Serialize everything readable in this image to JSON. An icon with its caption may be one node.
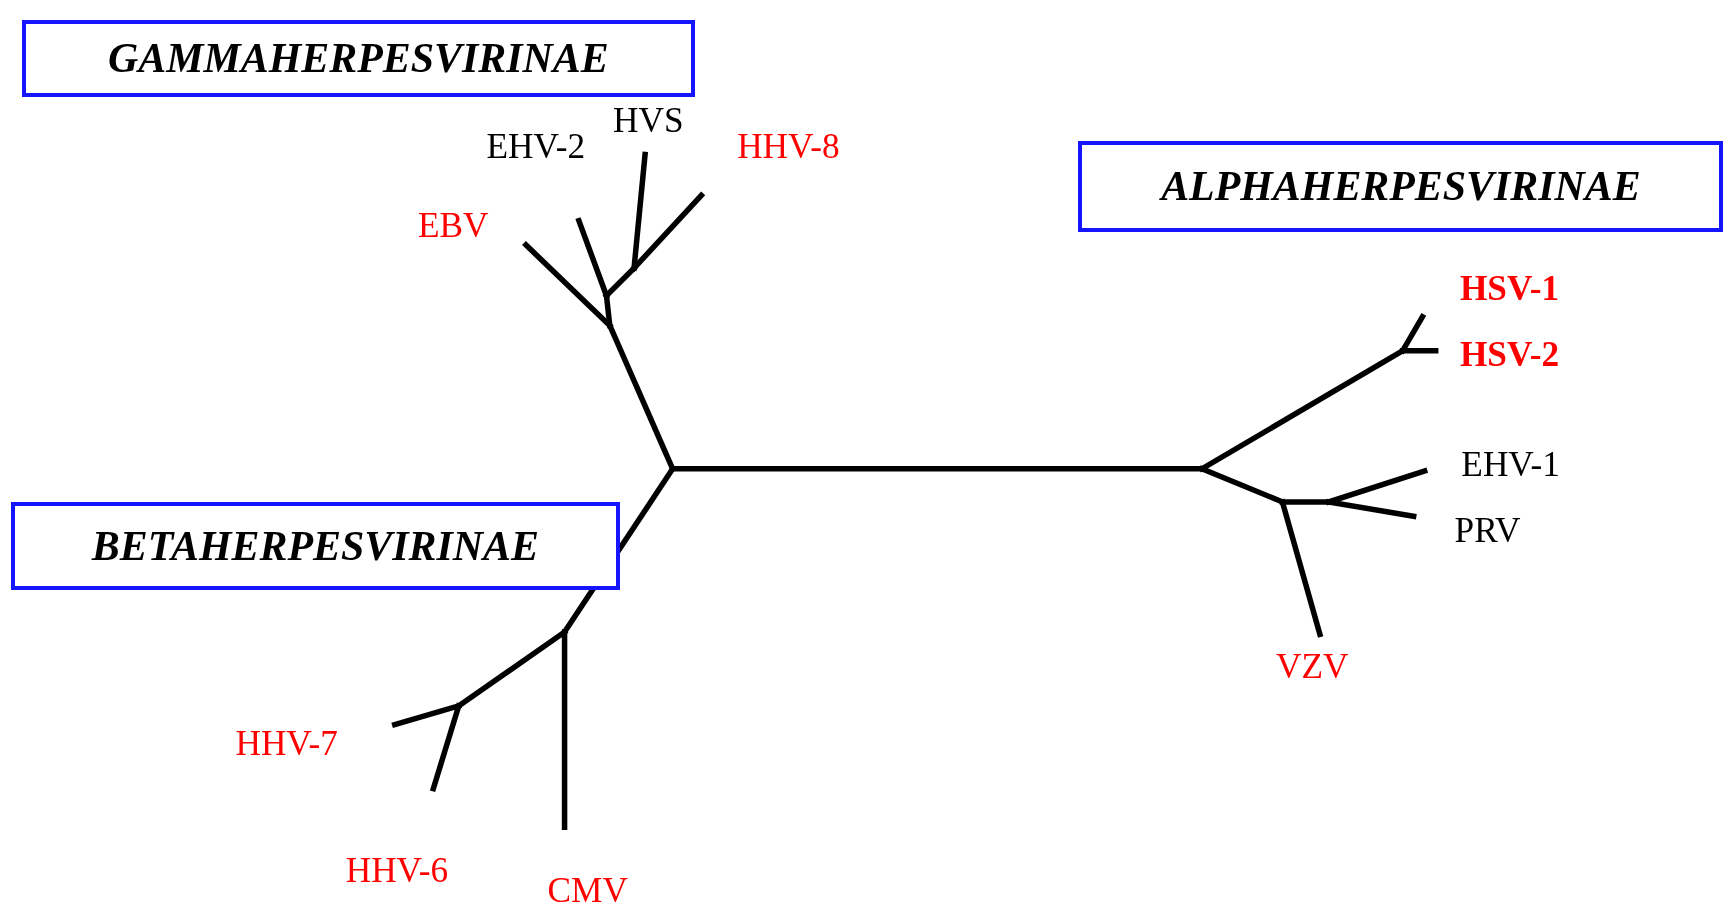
{
  "diagram": {
    "nodes": [
      {
        "text": [
          "GAMMAHERPESVIRINAE"
        ]
      },
      {
        "text": [
          "ALPHAHERPESVIRINAE"
        ]
      },
      {
        "text": [
          "BETAHERPESVIRINAE"
        ]
      }
    ],
    "labels": [
      "HVS",
      "EHV-2",
      "HHV-8",
      "EBV",
      "HSV-1",
      "HSV-2",
      "EHV-1",
      "PRV",
      "VZV",
      "HHV-7",
      "HHV-6",
      "CMV"
    ]
  }
}
